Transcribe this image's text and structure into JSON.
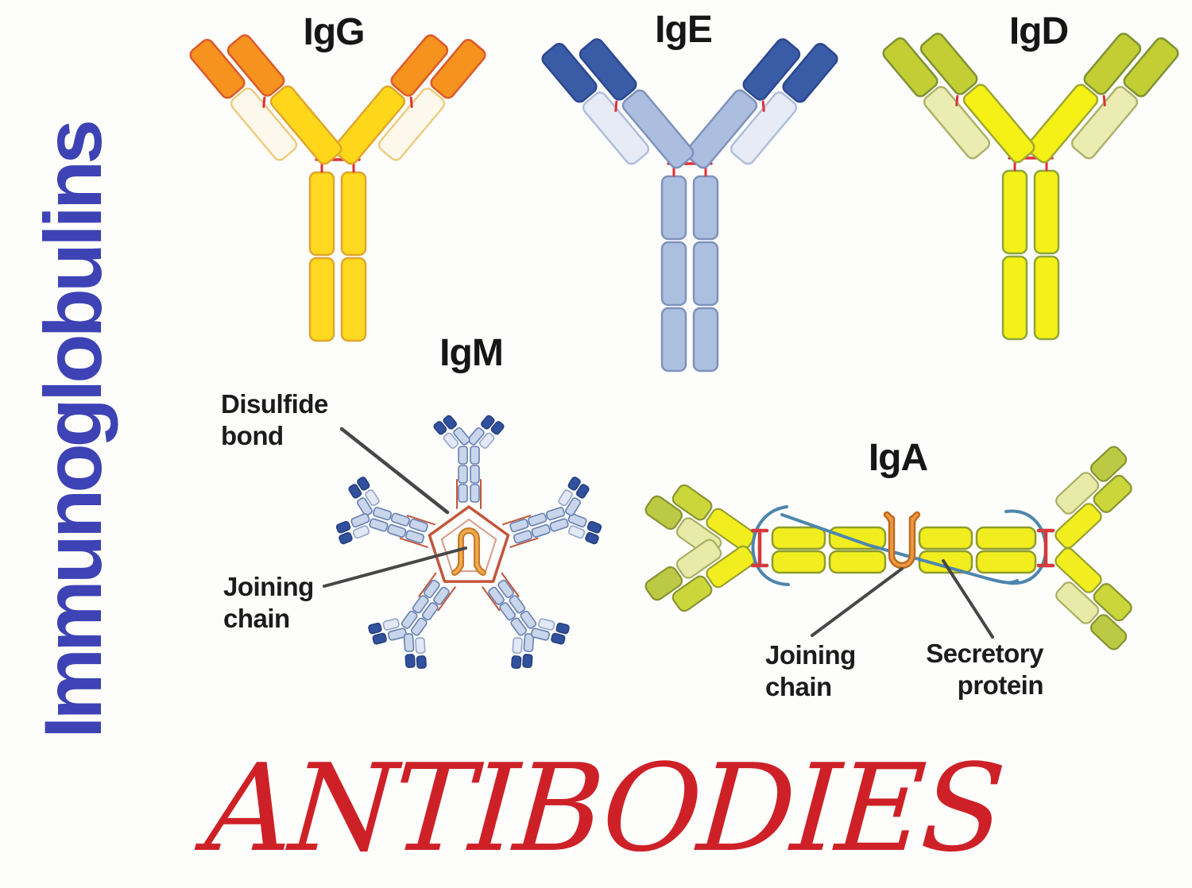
{
  "side_title": {
    "text": "Immunoglobulins",
    "color": "#3D43B4"
  },
  "footer_title": {
    "text": "ANTIBODIES",
    "color": "#CE2127"
  },
  "antibodies": [
    {
      "id": "igg",
      "label": "IgG"
    },
    {
      "id": "ige",
      "label": "IgE"
    },
    {
      "id": "igd",
      "label": "IgD"
    },
    {
      "id": "igm",
      "label": "IgM"
    },
    {
      "id": "iga",
      "label": "IgA"
    }
  ],
  "annotations": [
    {
      "id": "disulfide-bond",
      "text": "Disulfide bond",
      "target": "IgM"
    },
    {
      "id": "joining-chain-igm",
      "text": "Joining chain",
      "target": "IgM"
    },
    {
      "id": "joining-chain-iga",
      "text": "Joining chain",
      "target": "IgA"
    },
    {
      "id": "secretory-protein",
      "text": "Secretory protein",
      "target": "IgA"
    }
  ],
  "colors": {
    "label_text": "#161616",
    "pointer": "#474747",
    "hinge_red": "#E03036",
    "igg": {
      "heavy": "#FFD71A",
      "heavyS": "#E2A52C",
      "tip": "#F6921E",
      "tipS": "#DB5A2A",
      "light": "#FDF8EC",
      "lightS": "#EECC80",
      "ltip": "#F6921E",
      "ltipS": "#DB5A2A",
      "stem": "#FFD91F",
      "stemS": "#E2A52C"
    },
    "ige": {
      "heavy": "#ACBEE0",
      "heavyS": "#7E92BC",
      "tip": "#3A5CA6",
      "tipS": "#2B4890",
      "light": "#E6EBF6",
      "lightS": "#AFBEDC",
      "ltip": "#3A5CA6",
      "ltipS": "#2B4890",
      "stem": "#ACBFDE",
      "stemS": "#7E92BC"
    },
    "igd": {
      "heavy": "#F5F015",
      "heavyS": "#9FA733",
      "tip": "#C2CE33",
      "tipS": "#7F9334",
      "light": "#EAECB2",
      "lightS": "#ADB369",
      "ltip": "#C2CE33",
      "ltipS": "#7F9334",
      "stem": "#F5F018",
      "stemS": "#8FA43A"
    },
    "igm": {
      "heavy": "#C9D5EB",
      "heavyS": "#6580B2",
      "tip": "#31519E",
      "tipS": "#27407E",
      "light": "#E2E8F5",
      "lightS": "#93A5C9",
      "ltip": "#31519E",
      "ltipS": "#27407E",
      "stem": "#C9D5EB",
      "stemS": "#6580B2",
      "pentagon": "#C2563A",
      "joining": "#F0AC52",
      "joiningS": "#C97C27"
    },
    "iga": {
      "heavy": "#F2ED1E",
      "heavyS": "#96A032",
      "tip": "#CBD63A",
      "tipS": "#87942F",
      "light": "#E8EAA8",
      "lightS": "#A9AF62",
      "ltip": "#BCC944",
      "ltipS": "#87942F",
      "stem": "#F2ED1E",
      "stemS": "#8E9C2E",
      "secretory": "#4D86AE",
      "joining": "#EC9B45",
      "joiningS": "#C06A1E",
      "disulfide": "#D33B3C"
    }
  }
}
